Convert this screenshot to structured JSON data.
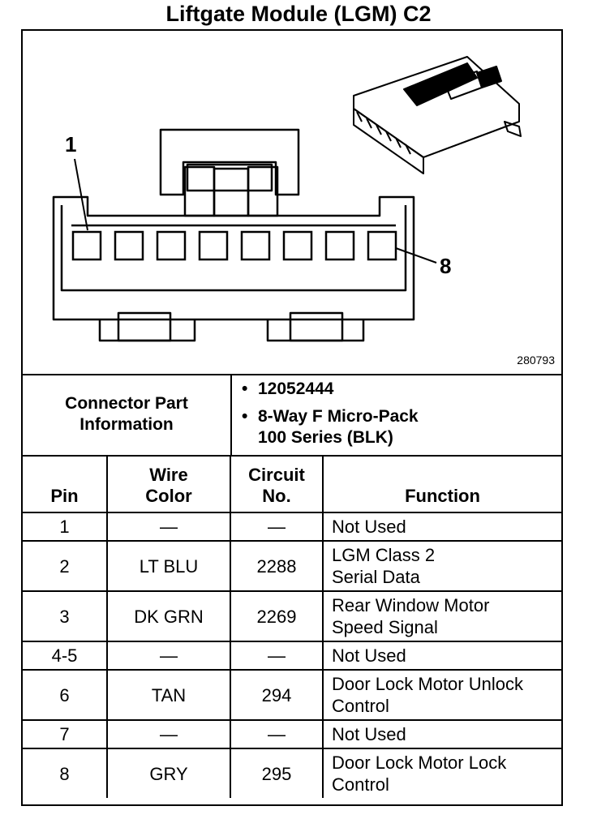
{
  "title": "Liftgate Module (LGM) C2",
  "figure_number": "280793",
  "callouts": {
    "pin_first": "1",
    "pin_last": "8"
  },
  "connector_info": {
    "label_line1": "Connector Part",
    "label_line2": "Information",
    "part_number": "12052444",
    "description_line1": "8-Way F Micro-Pack",
    "description_line2": "100 Series (BLK)"
  },
  "table": {
    "headers": {
      "pin": "Pin",
      "wire_color_line1": "Wire",
      "wire_color_line2": "Color",
      "circuit_line1": "Circuit",
      "circuit_line2": "No.",
      "function": "Function"
    },
    "rows": [
      {
        "pin": "1",
        "color": "—",
        "circuit": "—",
        "function_line1": "Not Used",
        "function_line2": ""
      },
      {
        "pin": "2",
        "color": "LT BLU",
        "circuit": "2288",
        "function_line1": "LGM Class 2",
        "function_line2": "Serial Data"
      },
      {
        "pin": "3",
        "color": "DK GRN",
        "circuit": "2269",
        "function_line1": "Rear Window Motor",
        "function_line2": "Speed Signal"
      },
      {
        "pin": "4-5",
        "color": "—",
        "circuit": "—",
        "function_line1": "Not Used",
        "function_line2": ""
      },
      {
        "pin": "6",
        "color": "TAN",
        "circuit": "294",
        "function_line1": "Door Lock Motor Unlock",
        "function_line2": "Control"
      },
      {
        "pin": "7",
        "color": "—",
        "circuit": "—",
        "function_line1": "Not Used",
        "function_line2": ""
      },
      {
        "pin": "8",
        "color": "GRY",
        "circuit": "295",
        "function_line1": "Door Lock Motor Lock",
        "function_line2": "Control"
      }
    ]
  }
}
